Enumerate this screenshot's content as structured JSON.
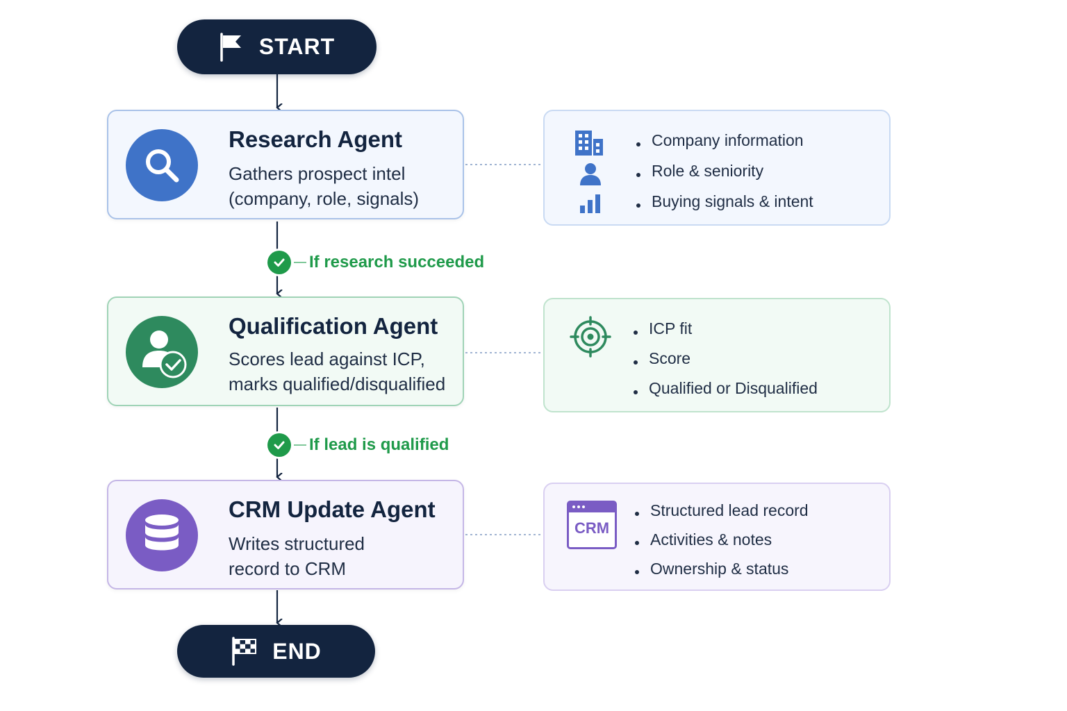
{
  "start": {
    "label": "START",
    "icon": "flag-icon"
  },
  "end": {
    "label": "END",
    "icon": "checkered-flag-icon"
  },
  "agents": [
    {
      "title": "Research Agent",
      "desc_lines": [
        "Gathers prospect intel",
        "(company, role, signals)"
      ],
      "icon": "search-icon",
      "color": "#3f73c8",
      "bg": "#f3f7fe",
      "border": "#a9c2e8"
    },
    {
      "title": "Qualification Agent",
      "desc_lines": [
        "Scores lead against ICP,",
        "marks qualified/disqualified"
      ],
      "icon": "user-check-icon",
      "color": "#2e8a5e",
      "bg": "#f2faf5",
      "border": "#9fd3b6"
    },
    {
      "title": "CRM Update Agent",
      "desc_lines": [
        "Writes structured",
        "record to CRM"
      ],
      "icon": "database-icon",
      "color": "#7a5cc4",
      "bg": "#f6f4fd",
      "border": "#c4b6e6"
    }
  ],
  "conditions": [
    {
      "label": "If research succeeded",
      "icon": "check-icon",
      "color": "#1f9a4a"
    },
    {
      "label": "If lead is qualified",
      "icon": "check-icon",
      "color": "#1f9a4a"
    }
  ],
  "panels": [
    {
      "items": [
        "Company information",
        "Role & seniority",
        "Buying signals & intent"
      ],
      "icons": [
        "building-icon",
        "person-icon",
        "bar-chart-icon"
      ],
      "accent": "#3f73c8",
      "bg": "#f3f7fe",
      "border": "#c9daf3"
    },
    {
      "items": [
        "ICP fit",
        "Score",
        "Qualified or Disqualified"
      ],
      "icons": [
        "target-icon"
      ],
      "accent": "#2e8a5e",
      "bg": "#f2faf5",
      "border": "#bfe3cd"
    },
    {
      "items": [
        "Structured lead record",
        "Activities & notes",
        "Ownership & status"
      ],
      "icons": [
        "crm-window-icon"
      ],
      "crm_label": "CRM",
      "accent": "#7a5cc4",
      "bg": "#f7f5fd",
      "border": "#d9cff1"
    }
  ],
  "colors": {
    "pill": "#13243f",
    "arrow": "#13243f",
    "connector": "#9fb3d1"
  }
}
